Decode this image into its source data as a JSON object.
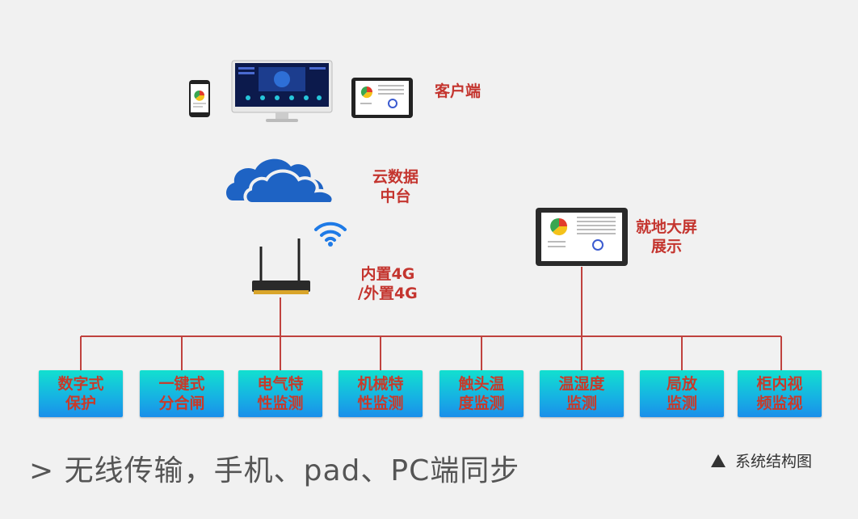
{
  "labels": {
    "client": "客户端",
    "cloud_line1": "云数据",
    "cloud_line2": "中台",
    "local_line1": "就地大屏",
    "local_line2": "展示",
    "router_line1": "内置4G",
    "router_line2": "/外置4G"
  },
  "modules": [
    "数字式\n保护",
    "一键式\n分合闸",
    "电气特\n性监测",
    "机械特\n性监测",
    "触头温\n度监测",
    "温湿度\n监测",
    "局放\n监测",
    "柜内视\n频监视"
  ],
  "caption": "> 无线传输，手机、pad、PC端同步",
  "legend": "系统结构图",
  "colors": {
    "accent_red": "#c4352f",
    "line_red": "#c0423e",
    "cloud_blue": "#1e63c4"
  }
}
